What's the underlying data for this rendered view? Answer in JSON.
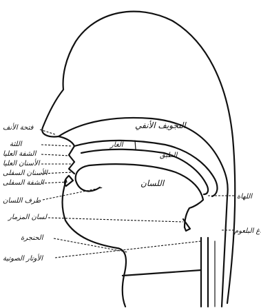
{
  "labels": {
    "nasal_cavity": "التجويف الأنفي",
    "hard_palate": "الغار",
    "soft_palate": "الطبق",
    "uvula": "اللهاة",
    "pharynx_cavity": "فراغ البلعوم",
    "tongue": "اللسان",
    "tongue_tip": "طرف اللسان",
    "epiglottis": "لسان المزمار",
    "larynx": "الحنجرة",
    "vocal_cords": "الأوتار الصوتية",
    "nostril": "فتحة الأنف",
    "gum": "اللثة",
    "upper_lip": "الشفة العليا",
    "upper_teeth": "الأسنان العليا",
    "lower_teeth": "الأسنان السفلى",
    "lower_lip": "الشفة السفلى"
  }
}
